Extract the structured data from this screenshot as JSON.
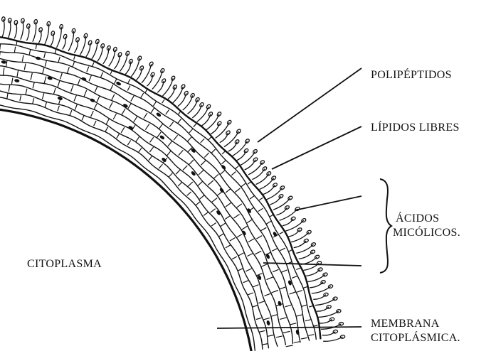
{
  "labels": {
    "polipeptidos": "POLIPÉPTIDOS",
    "lipidos_libres": "LÍPIDOS LIBRES",
    "acidos_micolicos_line1": "ÁCIDOS",
    "acidos_micolicos_line2": "MICÓLICOS.",
    "citoplasma": "CITOPLASMA",
    "membrana_line1": "MEMBRANA",
    "membrana_line2": "CITOPLÁSMICA."
  },
  "colors": {
    "ink": "#111111",
    "background": "#ffffff"
  }
}
